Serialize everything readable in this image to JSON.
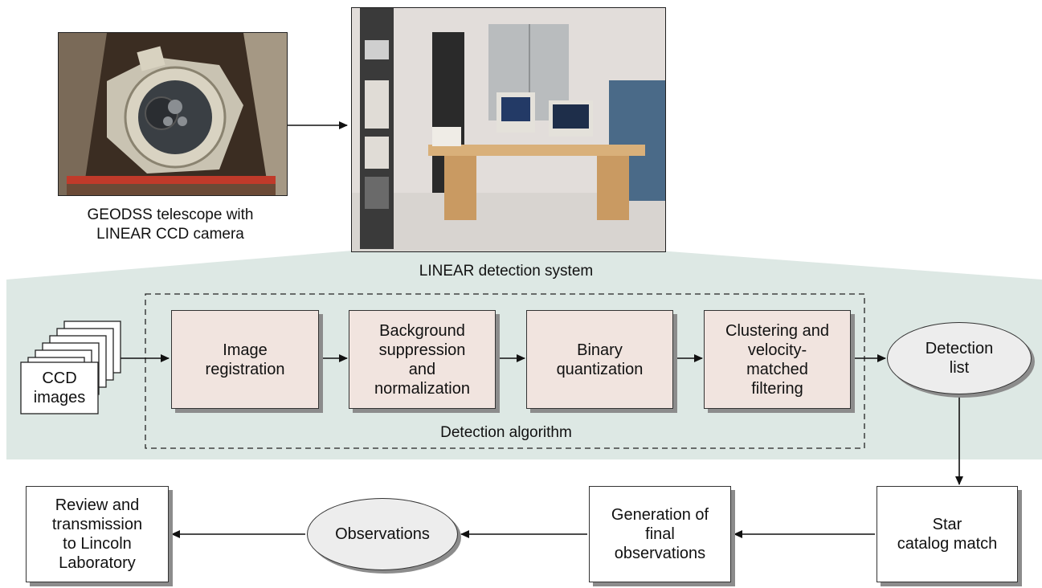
{
  "telescope": {
    "caption_line1": "GEODSS telescope with",
    "caption_line2": "LINEAR CCD camera"
  },
  "detection_system": {
    "label": "LINEAR detection system"
  },
  "ccd_images": {
    "line1": "CCD",
    "line2": "images"
  },
  "algorithm": {
    "label": "Detection algorithm",
    "steps": [
      {
        "lines": [
          "Image",
          "registration"
        ]
      },
      {
        "lines": [
          "Background",
          "suppression",
          "and",
          "normalization"
        ]
      },
      {
        "lines": [
          "Binary",
          "quantization"
        ]
      },
      {
        "lines": [
          "Clustering and",
          "velocity-",
          "matched",
          "filtering"
        ]
      }
    ]
  },
  "detection_list": {
    "lines": [
      "Detection",
      "list"
    ]
  },
  "star_catalog": {
    "lines": [
      "Star",
      "catalog match"
    ]
  },
  "final_observations": {
    "lines": [
      "Generation of",
      "final",
      "observations"
    ]
  },
  "observations": {
    "label": "Observations"
  },
  "review": {
    "lines": [
      "Review and",
      "transmission",
      "to Lincoln",
      "Laboratory"
    ]
  },
  "colors": {
    "panel": "#dde8e4",
    "process_fill": "#f1e4df",
    "ellipse_fill": "#ededed",
    "shadow": "#8c8c8c"
  }
}
